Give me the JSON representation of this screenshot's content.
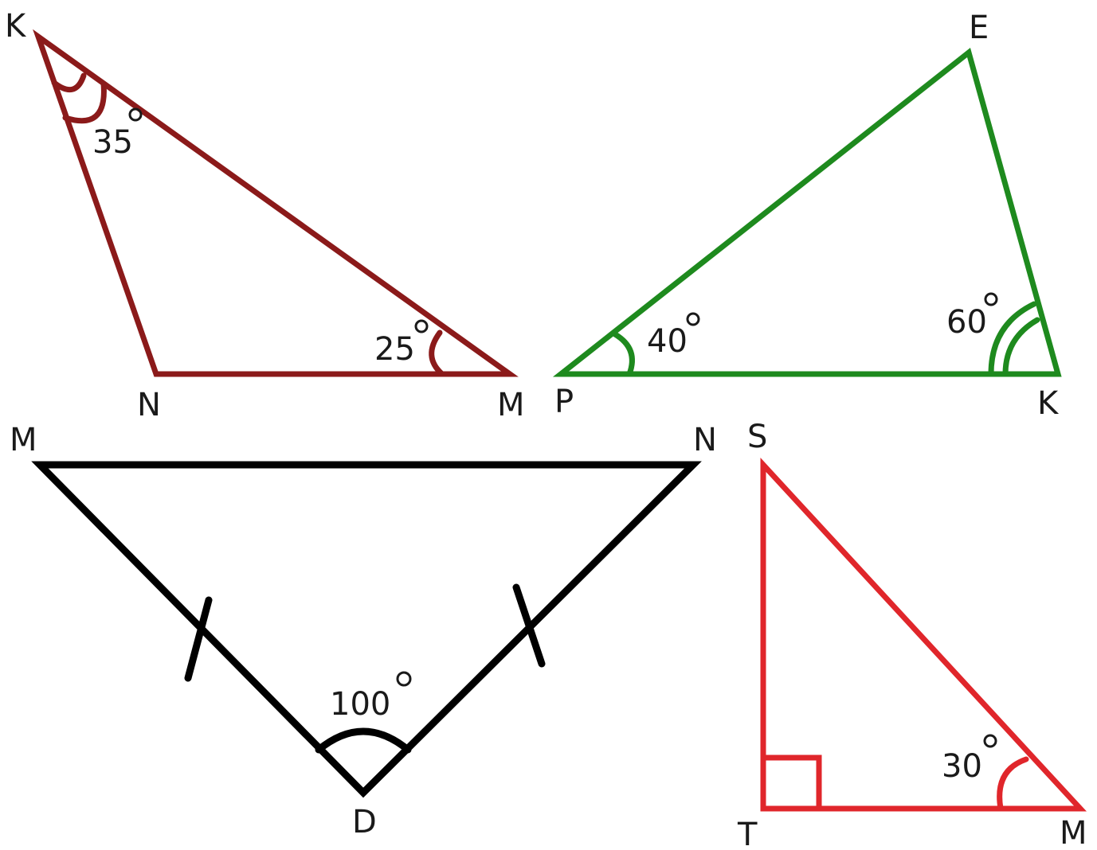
{
  "triangle_knm": {
    "color": "#8b1a1a",
    "labels": {
      "k": "K",
      "n": "N",
      "m": "M"
    },
    "angle_k": "35",
    "angle_m": "25"
  },
  "triangle_epk": {
    "color": "#1e8a1e",
    "labels": {
      "e": "E",
      "p": "P",
      "k": "K"
    },
    "angle_p": "40",
    "angle_k": "60"
  },
  "triangle_mnd": {
    "color": "#000000",
    "labels": {
      "m": "M",
      "n": "N",
      "d": "D"
    },
    "angle_d": "100"
  },
  "triangle_stm": {
    "color": "#e0262b",
    "labels": {
      "s": "S",
      "t": "T",
      "m": "M"
    },
    "angle_m": "30"
  }
}
